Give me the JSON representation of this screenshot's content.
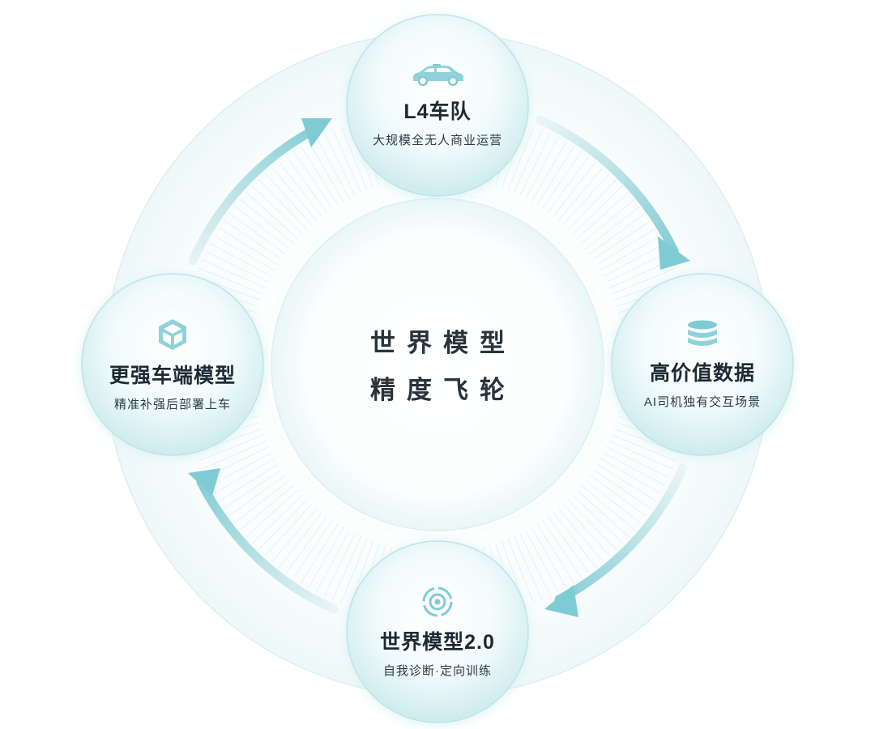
{
  "center": {
    "line1": "世界模型",
    "line2": "精度飞轮"
  },
  "nodes": {
    "top": {
      "title": "L4车队",
      "subtitle": "大规模全无人商业运营",
      "icon": "car-icon"
    },
    "right": {
      "title": "高价值数据",
      "subtitle": "AI司机独有交互场景",
      "icon": "database-icon"
    },
    "bottom": {
      "title": "世界模型2.0",
      "subtitle": "自我诊断·定向训练",
      "icon": "target-icon"
    },
    "left": {
      "title": "更强车端模型",
      "subtitle": "精准补强后部署上车",
      "icon": "cube-icon"
    }
  },
  "colors": {
    "accent": "#6fc6cf",
    "accent_light": "#d3eef0",
    "text": "#1d2a33"
  }
}
